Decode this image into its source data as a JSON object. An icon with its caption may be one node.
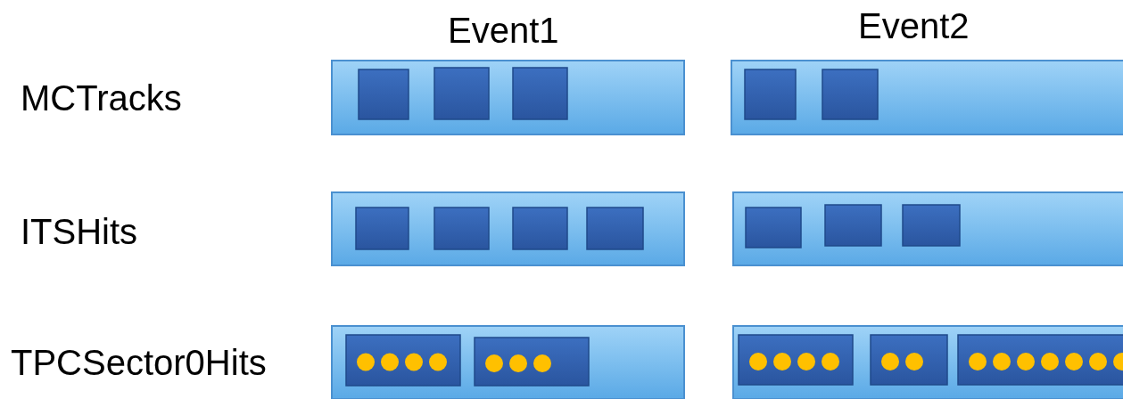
{
  "diagram": {
    "labels": [
      "Event1",
      "Event2",
      "MCTracks",
      "ITSHits",
      "TPCSector0Hits"
    ]
  }
}
